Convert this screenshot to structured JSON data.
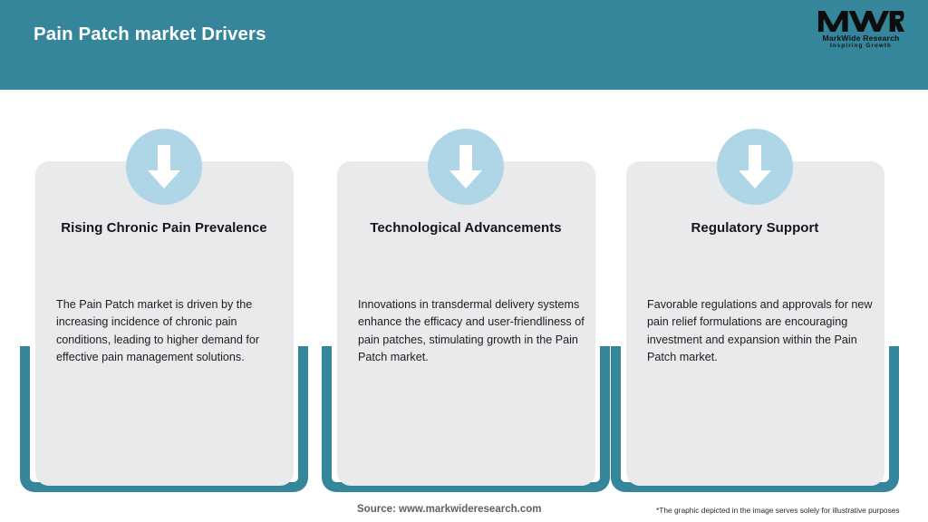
{
  "header": {
    "title": "Pain Patch market Drivers",
    "background_color": "#35859b",
    "title_color": "#ffffff",
    "logo": {
      "mark": "MWR",
      "name": "MarkWide Research",
      "tagline": "Inspiring Growth"
    }
  },
  "cards": [
    {
      "icon": "down-arrow-icon",
      "title": "Rising Chronic Pain Prevalence",
      "body": "The Pain Patch market is driven by the increasing incidence of chronic pain conditions, leading to higher demand for effective pain management solutions."
    },
    {
      "icon": "down-arrow-icon",
      "title": "Technological Advancements",
      "body": "Innovations in transdermal delivery systems enhance the efficacy and user-friendliness of pain patches, stimulating growth in the Pain Patch market."
    },
    {
      "icon": "down-arrow-icon",
      "title": "Regulatory Support",
      "body": "Favorable regulations and approvals for new pain relief formulations are encouraging investment and expansion within the Pain Patch market."
    }
  ],
  "footer": {
    "source": "Source: www.markwideresearch.com",
    "disclaimer": "*The graphic depicted in the image serves solely for illustrative purposes"
  },
  "colors": {
    "teal": "#35859b",
    "panel_gray": "#e8eaeb",
    "badge_blue": "#aed6e6",
    "arrow_white": "#ffffff",
    "source_gray": "#5f6062"
  }
}
